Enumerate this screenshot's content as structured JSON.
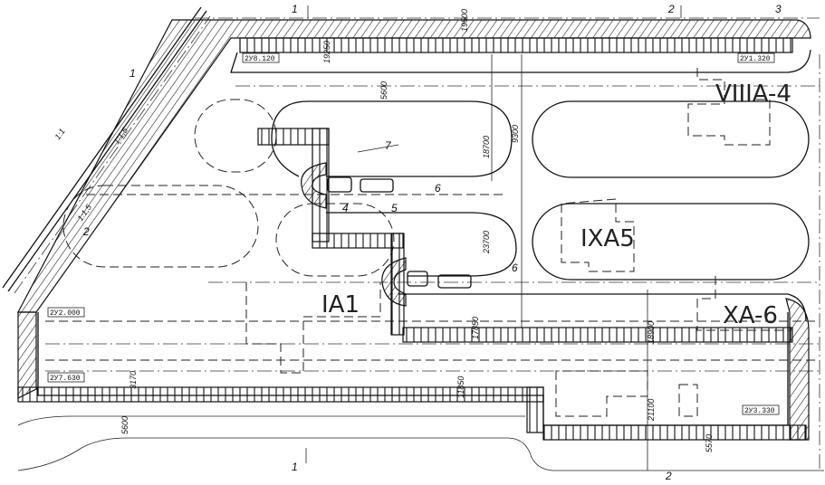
{
  "drawing": {
    "zones": [
      "VIIIA-4",
      "IXA5",
      "XA-6",
      "IA1"
    ],
    "elevations": [
      "2У8.120",
      "2У1.320",
      "2У2.000",
      "2У7.630",
      "2У3.330"
    ],
    "dimensions": [
      "5600",
      "19500",
      "19250",
      "23700",
      "18700",
      "9300",
      "17850",
      "18900",
      "21100",
      "11850",
      "3170",
      "5570",
      "5600"
    ],
    "slope_labels": [
      "1:1,5",
      "1:1,5",
      "1:1"
    ],
    "callouts": [
      "1",
      "2",
      "3",
      "4",
      "5",
      "6",
      "7",
      "1",
      "2",
      "6",
      "1",
      "2"
    ]
  }
}
